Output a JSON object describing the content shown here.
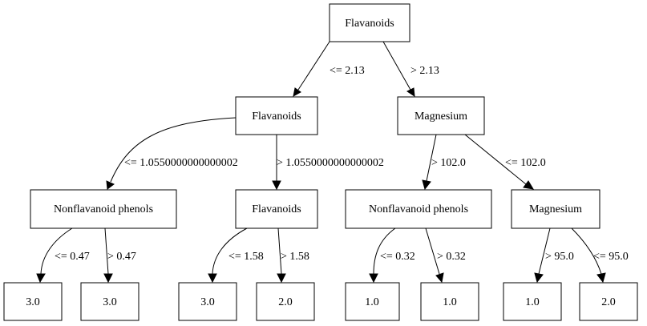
{
  "tree": {
    "nodes": {
      "n0": "Flavanoids",
      "n1": "Flavanoids",
      "n2": "Magnesium",
      "n3": "Nonflavanoid phenols",
      "n4": "Flavanoids",
      "n5": "Nonflavanoid phenols",
      "n6": "Magnesium",
      "n7": "3.0",
      "n8": "3.0",
      "n9": "3.0",
      "n10": "2.0",
      "n11": "1.0",
      "n12": "1.0",
      "n13": "1.0",
      "n14": "2.0"
    },
    "edges": {
      "e0_1": "<= 2.13",
      "e0_2": "> 2.13",
      "e1_3": "<= 1.0550000000000002",
      "e1_4": "> 1.0550000000000002",
      "e2_5": "> 102.0",
      "e2_6": "<= 102.0",
      "e3_7": "<= 0.47",
      "e3_8": "> 0.47",
      "e4_9": "<= 1.58",
      "e4_10": "> 1.58",
      "e5_11": "<= 0.32",
      "e5_12": "> 0.32",
      "e6_13": "> 95.0",
      "e6_14": "<= 95.0"
    }
  }
}
